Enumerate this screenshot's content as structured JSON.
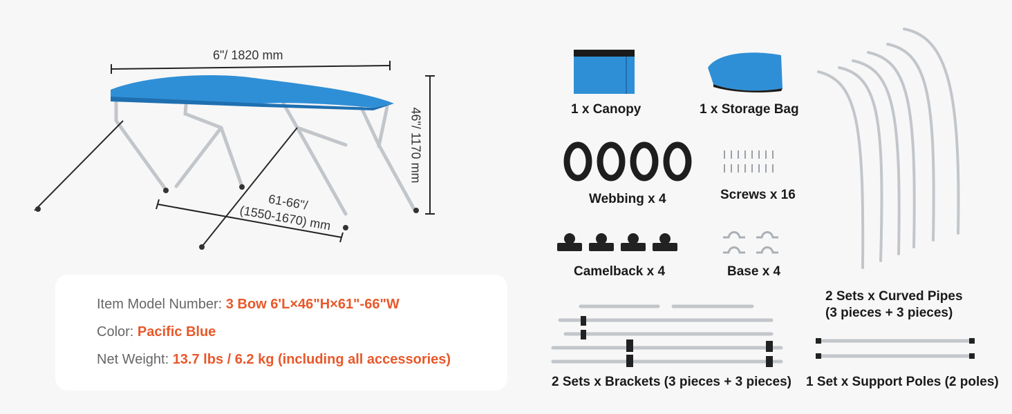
{
  "colors": {
    "canopy_blue": "#2f8fd6",
    "accent_orange": "#e8582a",
    "frame_silver": "#c7cbcf",
    "strap_dark": "#2a2a2a"
  },
  "dimensions": {
    "length": "6\"/ 1820 mm",
    "height": "46\"/ 1170 mm",
    "width_line1": "61-66\"/",
    "width_line2": "(1550-1670) mm"
  },
  "specs": {
    "model_label": "Item Model Number:",
    "model_value": "3 Bow  6'L×46\"H×61\"-66\"W",
    "color_label": "Color:",
    "color_value": "Pacific Blue",
    "weight_label": "Net Weight:",
    "weight_value": "13.7 lbs / 6.2 kg  (including all accessories)"
  },
  "parts": {
    "canopy": "1 x Canopy",
    "storage_bag": "1 x Storage Bag",
    "webbing": "Webbing x 4",
    "screws": "Screws x 16",
    "camelback": "Camelback x 4",
    "base": "Base x 4",
    "curved_pipes_line1": "2 Sets x Curved Pipes",
    "curved_pipes_line2": "(3 pieces + 3 pieces)",
    "brackets": "2 Sets x Brackets (3 pieces + 3 pieces)",
    "support_poles": "1 Set x Support Poles (2 poles)"
  }
}
